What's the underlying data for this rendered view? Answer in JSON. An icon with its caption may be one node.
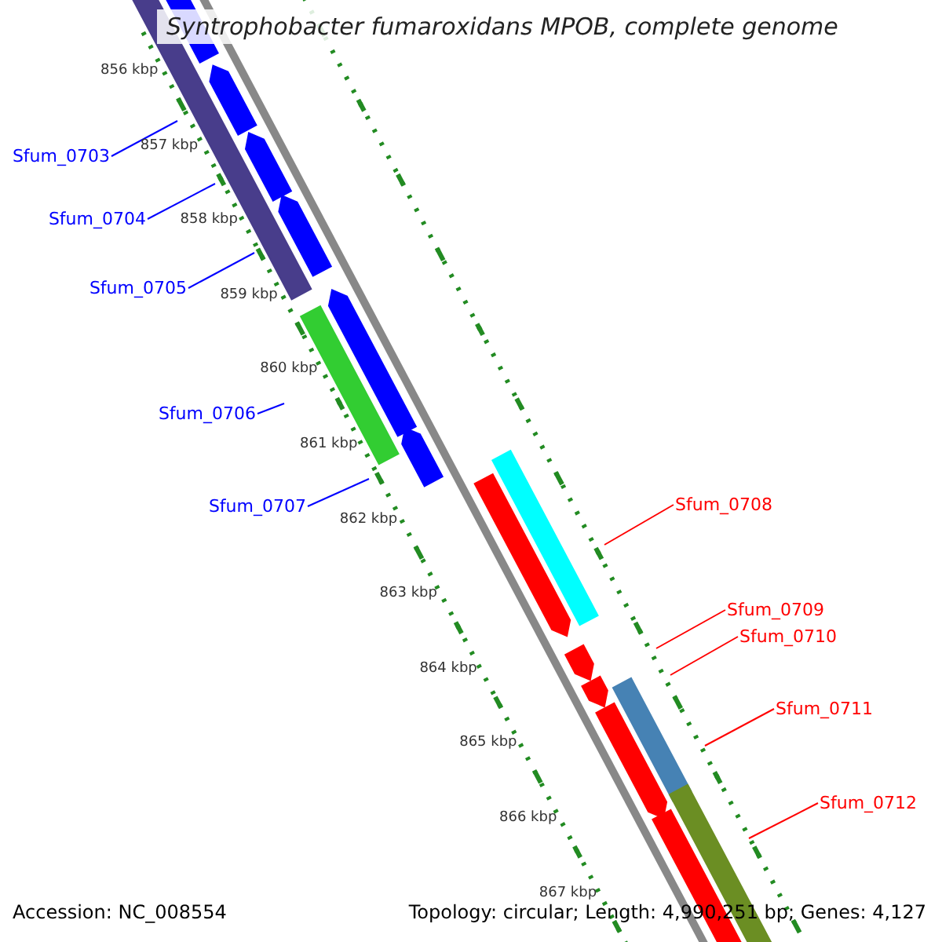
{
  "diagram": {
    "title": "Syntrophobacter fumaroxidans MPOB, complete genome",
    "nodes": [
      {
        "text": [
          "Sfum_0703"
        ]
      },
      {
        "text": [
          "Sfum_0704"
        ]
      },
      {
        "text": [
          "Sfum_0705"
        ]
      },
      {
        "text": [
          "Sfum_0706"
        ]
      },
      {
        "text": [
          "Sfum_0707"
        ]
      },
      {
        "text": [
          "Sfum_0708"
        ]
      },
      {
        "text": [
          "Sfum_0709"
        ]
      },
      {
        "text": [
          "Sfum_0710"
        ]
      },
      {
        "text": [
          "Sfum_0711"
        ]
      },
      {
        "text": [
          "Sfum_0712"
        ]
      }
    ],
    "edges": [
      {
        "from": 0,
        "to": null,
        "arrow": "none"
      },
      {
        "from": 1,
        "to": null,
        "arrow": "none"
      },
      {
        "from": 2,
        "to": null,
        "arrow": "none"
      },
      {
        "from": 3,
        "to": null,
        "arrow": "none"
      },
      {
        "from": 4,
        "to": null,
        "arrow": "none"
      },
      {
        "from": 5,
        "to": null,
        "arrow": "none",
        "color": "#ff0000"
      },
      {
        "from": 6,
        "to": null,
        "arrow": "none",
        "color": "#ff0000"
      },
      {
        "from": 7,
        "to": null,
        "arrow": "none",
        "color": "#ff0000"
      },
      {
        "from": 8,
        "to": null,
        "arrow": "none",
        "color": "#ff0000"
      },
      {
        "from": 9,
        "to": null,
        "arrow": "none",
        "color": "#ff0000"
      }
    ],
    "labels": [
      "856 kbp",
      "857 kbp",
      "858 kbp",
      "859 kbp",
      "860 kbp",
      "861 kbp",
      "862 kbp",
      "863 kbp",
      "864 kbp",
      "865 kbp",
      "866 kbp",
      "867 kbp",
      "Accession: NC_008554",
      "Topology: circular; Length: 4,990,251 bp; Genes: 4,127"
    ]
  }
}
